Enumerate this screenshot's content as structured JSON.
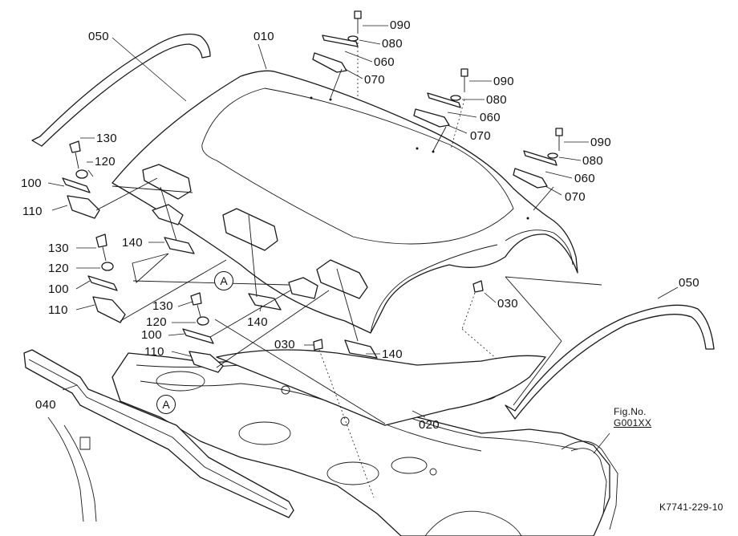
{
  "labels": {
    "p010": "010",
    "p020": "020",
    "p030a": "030",
    "p030b": "030",
    "p040": "040",
    "p050a": "050",
    "p050b": "050",
    "p060a": "060",
    "p060b": "060",
    "p060c": "060",
    "p070a": "070",
    "p070b": "070",
    "p070c": "070",
    "p080a": "080",
    "p080b": "080",
    "p080c": "080",
    "p090a": "090",
    "p090b": "090",
    "p090c": "090",
    "p100a": "100",
    "p100b": "100",
    "p100c": "100",
    "p110a": "110",
    "p110b": "110",
    "p110c": "110",
    "p120a": "120",
    "p120b": "120",
    "p120c": "120",
    "p130a": "130",
    "p130b": "130",
    "p130c": "130",
    "p140a": "140",
    "p140b": "140",
    "p140c": "140"
  },
  "markers": {
    "a1": "A",
    "a2": "A"
  },
  "figure": {
    "title": "Fig.No.",
    "code": "G001XX"
  },
  "reference": "K7741-229-10"
}
